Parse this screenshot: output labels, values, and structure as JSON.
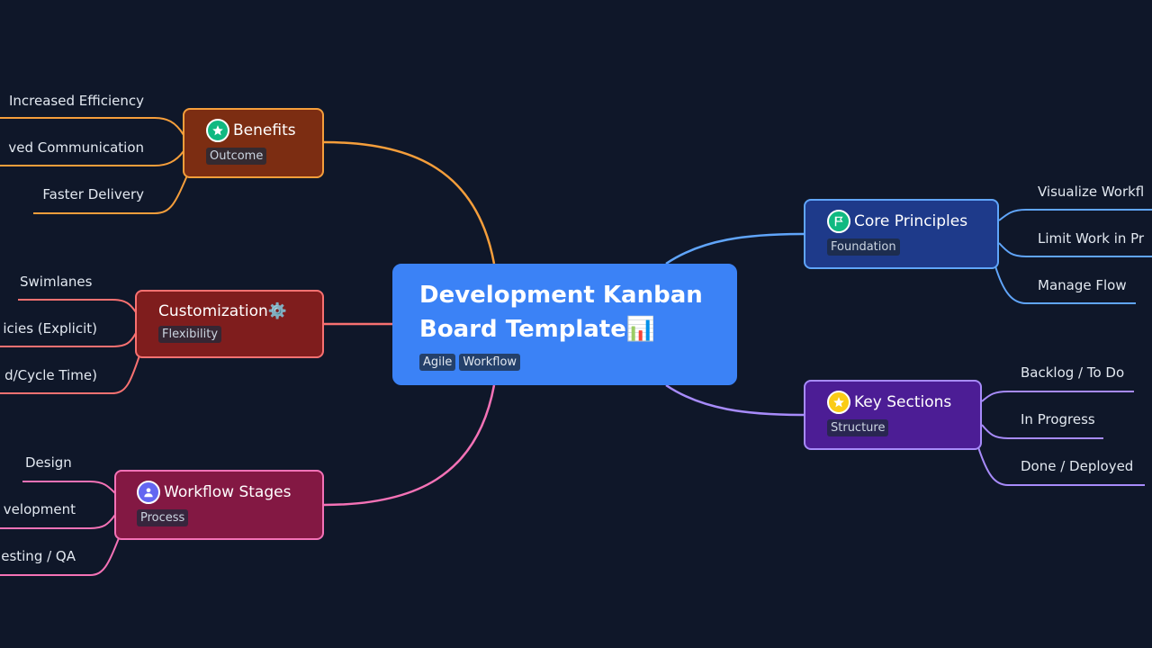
{
  "root": {
    "title_line1": "Development Kanban",
    "title_line2": "Board Template📊",
    "tags": [
      "Agile",
      "Workflow"
    ]
  },
  "branches": {
    "benefits": {
      "label": "Benefits",
      "tag": "Outcome",
      "icon": "star-badge-icon",
      "color": "#f59e3b",
      "fill": "#7c2d12",
      "children": [
        "Increased Efficiency",
        "ved Communication",
        "Faster Delivery"
      ]
    },
    "customization": {
      "label": "Customization⚙️",
      "tag": "Flexibility",
      "icon": "",
      "color": "#f87171",
      "fill": "#7f1d1d",
      "children": [
        "Swimlanes",
        "icies (Explicit)",
        "d/Cycle Time)"
      ]
    },
    "workflow_stages": {
      "label": "Workflow Stages",
      "tag": "Process",
      "icon": "user-icon",
      "color": "#f472b6",
      "fill": "#831843",
      "children": [
        "Design",
        "velopment",
        "esting / QA"
      ]
    },
    "core_principles": {
      "label": "Core Principles",
      "tag": "Foundation",
      "icon": "flag-icon",
      "color": "#60a5fa",
      "fill": "#1e3a8a",
      "children": [
        "Visualize Workfl",
        "Limit Work in Pr",
        "Manage Flow"
      ]
    },
    "key_sections": {
      "label": "Key Sections",
      "tag": "Structure",
      "icon": "star-icon",
      "color": "#a78bfa",
      "fill": "#4c1d95",
      "children": [
        "Backlog / To Do",
        "In Progress",
        "Done / Deployed"
      ]
    }
  }
}
